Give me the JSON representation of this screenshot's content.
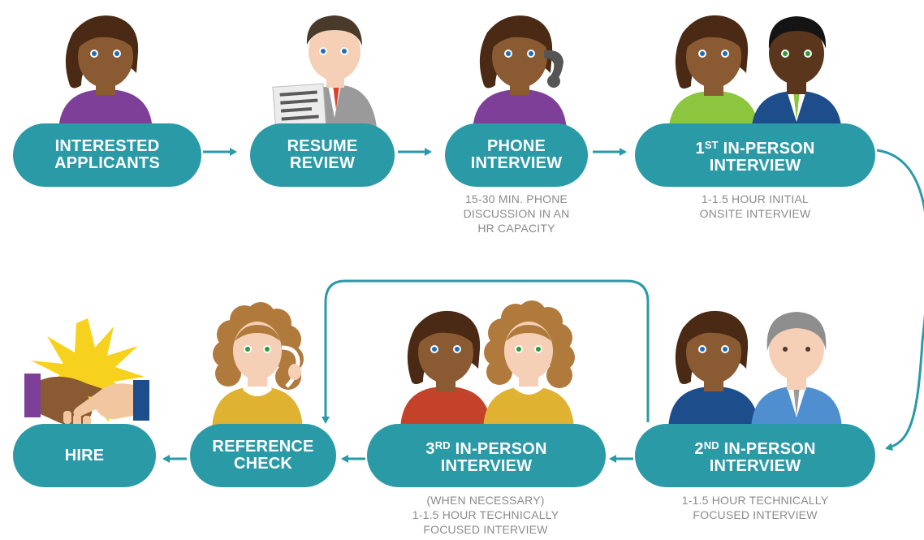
{
  "steps": {
    "interested_applicants": {
      "line1": "INTERESTED",
      "line2": "APPLICANTS"
    },
    "resume_review": {
      "line1": "RESUME",
      "line2": "REVIEW"
    },
    "phone_interview": {
      "line1": "PHONE",
      "line2": "INTERVIEW",
      "desc": [
        "15-30 MIN. PHONE",
        "DISCUSSION IN AN",
        "HR CAPACITY"
      ]
    },
    "first_in_person": {
      "num": "1",
      "sup": "ST",
      "rest": " IN-PERSON",
      "line2": "INTERVIEW",
      "desc": [
        "1-1.5 HOUR INITIAL",
        "ONSITE INTERVIEW"
      ]
    },
    "second_in_person": {
      "num": "2",
      "sup": "ND",
      "rest": " IN-PERSON",
      "line2": "INTERVIEW",
      "desc": [
        "1-1.5 HOUR TECHNICALLY",
        "FOCUSED INTERVIEW"
      ]
    },
    "third_in_person": {
      "num": "3",
      "sup": "RD",
      "rest": " IN-PERSON",
      "line2": "INTERVIEW",
      "desc": [
        "(WHEN NECESSARY)",
        "1-1.5 HOUR TECHNICALLY",
        "FOCUSED INTERVIEW"
      ]
    },
    "reference_check": {
      "line1": "REFERENCE",
      "line2": "CHECK"
    },
    "hire": {
      "line1": "HIRE"
    }
  },
  "colors": {
    "teal": "#2a9aa7",
    "desc_gray": "#8b8b8b",
    "skin_brown": "#8a5a33",
    "skin_dark": "#5a361c",
    "skin_light": "#f6d0b6",
    "hair_dark": "#4a2a14",
    "hair_black": "#141414",
    "hair_curly": "#b07a3c",
    "hair_gray": "#8e8e8e",
    "shirt_purple": "#7d3f98",
    "shirt_green": "#8cc63f",
    "suit_navy": "#1e4d8c",
    "shirt_red": "#c5422a",
    "shirt_gold": "#e0b232",
    "suit_lightblue": "#4f8fd0",
    "burst_yellow": "#f6d21e"
  }
}
